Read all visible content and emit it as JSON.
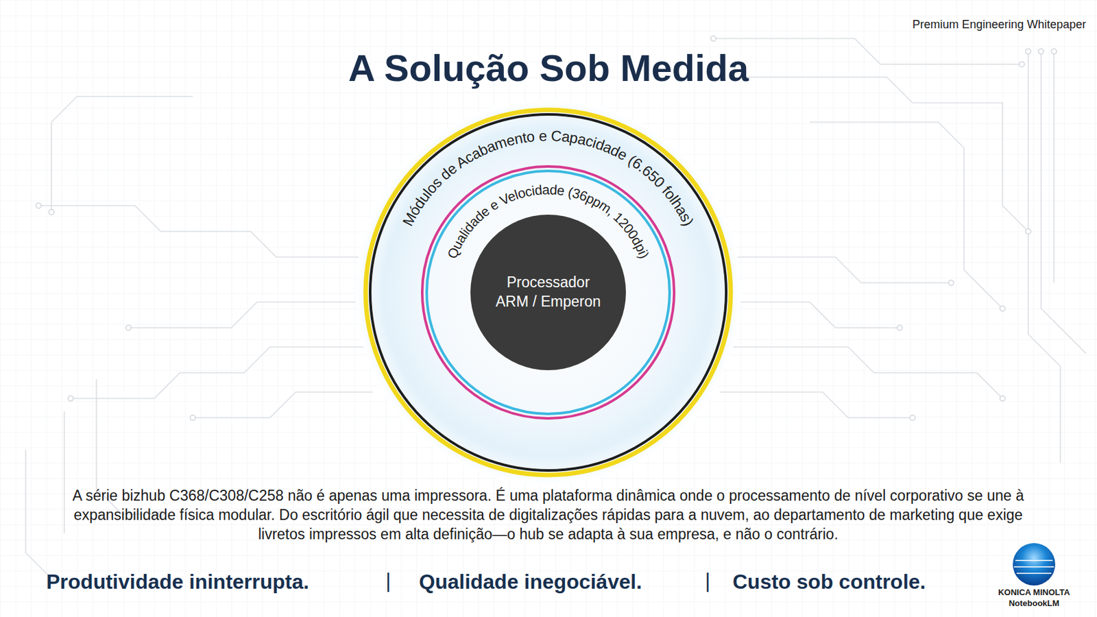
{
  "diagram": {
    "title": "A Solução Sob Medida",
    "nodes": [
      {
        "text": [
          "Módulos de Acabamento e Capacidade (6.650 folhas)"
        ]
      },
      {
        "text": [
          "Qualidade e Velocidade (36ppm, 1200dpi)"
        ],
        "in": 0
      },
      {
        "text": [
          "Processador ARM / Emperon"
        ],
        "in": 1
      }
    ],
    "labels": [
      "Premium Engineering Whitepaper",
      "A série bizhub C368/C308/C258 não é apenas uma impressora. É uma plataforma dinâmica onde o processamento de nível corporativo se une à expansibilidade física modular. Do escritório ágil que necessita de digitalizações rápidas para a nuvem, ao departamento de marketing que exige livretos impressos em alta definição—o hub se adapta à sua empresa, e não o contrário.",
      "Produtividade ininterrupta.",
      "|",
      "Qualidade inegociável.",
      "|",
      "Custo sob controle.",
      "KONICA MINOLTA",
      "NotebookLM"
    ]
  }
}
